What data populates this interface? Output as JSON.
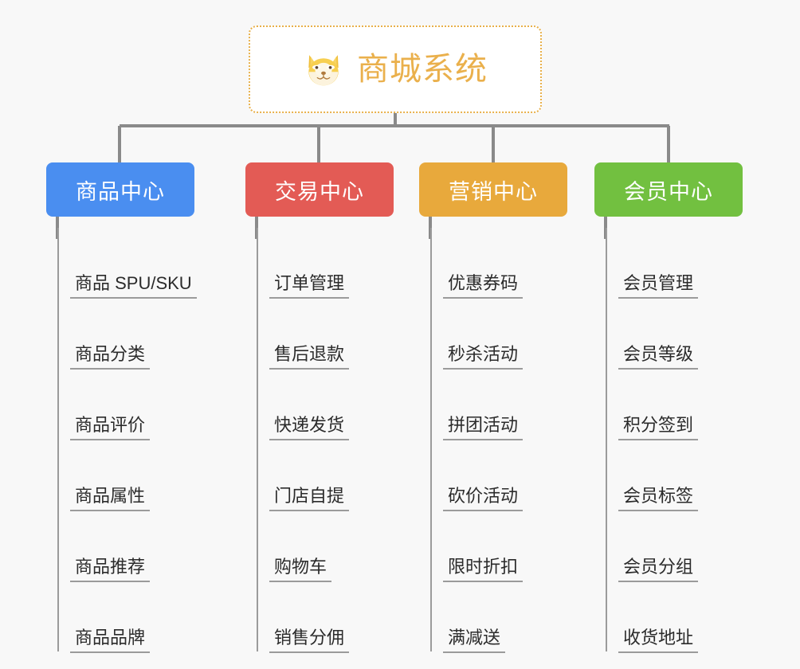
{
  "background_color": "#f8f8f8",
  "root": {
    "icon": "shiba-dog-face-icon",
    "title": "商城系统",
    "title_color": "#eab04c",
    "border_color": "#e8b04a"
  },
  "branches": [
    {
      "label": "商品中心",
      "color": "#4a8ef0",
      "items": [
        {
          "label": "商品 SPU/SKU"
        },
        {
          "label": "商品分类"
        },
        {
          "label": "商品评价"
        },
        {
          "label": "商品属性"
        },
        {
          "label": "商品推荐"
        },
        {
          "label": "商品品牌"
        }
      ]
    },
    {
      "label": "交易中心",
      "color": "#e35b55",
      "items": [
        {
          "label": "订单管理"
        },
        {
          "label": "售后退款"
        },
        {
          "label": "快递发货"
        },
        {
          "label": "门店自提"
        },
        {
          "label": "购物车"
        },
        {
          "label": "销售分佣"
        }
      ]
    },
    {
      "label": "营销中心",
      "color": "#e8a93c",
      "items": [
        {
          "label": "优惠券码"
        },
        {
          "label": "秒杀活动"
        },
        {
          "label": "拼团活动"
        },
        {
          "label": "砍价活动"
        },
        {
          "label": "限时折扣"
        },
        {
          "label": "满减送"
        }
      ]
    },
    {
      "label": "会员中心",
      "color": "#72c040",
      "items": [
        {
          "label": "会员管理"
        },
        {
          "label": "会员等级"
        },
        {
          "label": "积分签到"
        },
        {
          "label": "会员标签"
        },
        {
          "label": "会员分组"
        },
        {
          "label": "收货地址"
        }
      ]
    }
  ],
  "connector_color": "#8a8a8a"
}
